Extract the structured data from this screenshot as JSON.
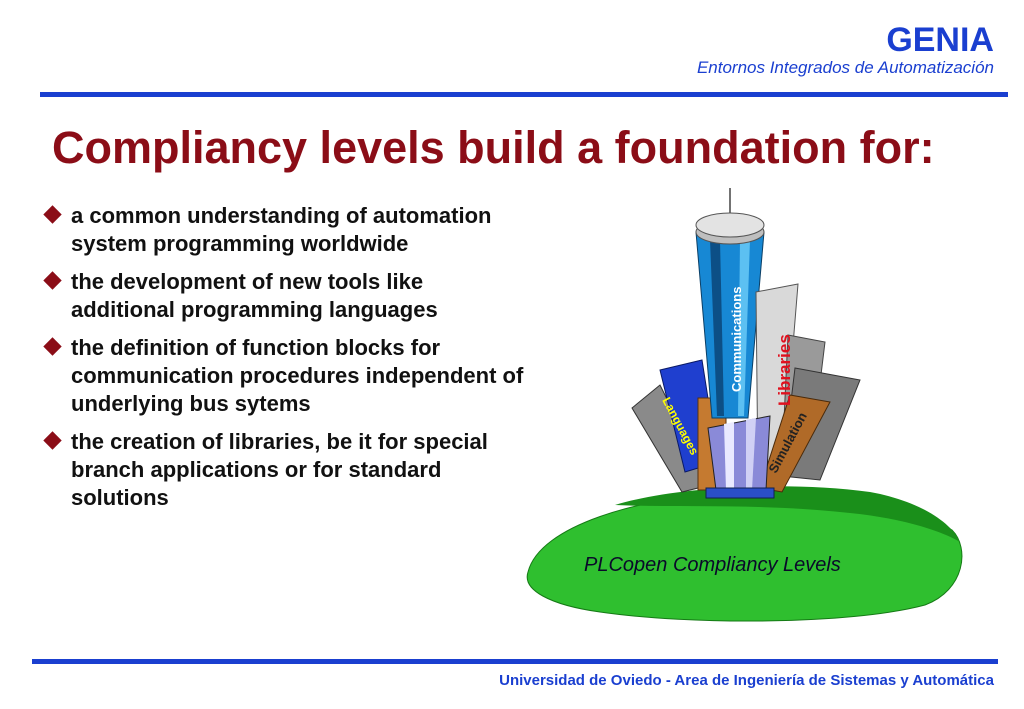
{
  "header": {
    "brand": "GENIA",
    "subtitle": "Entornos Integrados de Automatización"
  },
  "slide": {
    "title": "Compliancy levels build a foundation for:",
    "bullets": [
      "a common understanding of automation system programming worldwide",
      "the development of new tools like additional programming languages",
      "the definition of function blocks for communication procedures independent of underlying bus sytems",
      "the creation of libraries, be it for special branch applications or for standard solutions"
    ]
  },
  "illustration": {
    "caption": "PLCopen Compliancy Levels",
    "labels": {
      "communications": "Communications",
      "libraries": "Libraries",
      "simulation": "Simulation",
      "languages": "Languages"
    }
  },
  "footer": {
    "text": "Universidad de Oviedo - Area de Ingeniería de Sistemas y Automática"
  },
  "colors": {
    "brand_blue": "#1a3fd0",
    "title_red": "#8b0d17",
    "hill_green": "#2fbf2f"
  }
}
